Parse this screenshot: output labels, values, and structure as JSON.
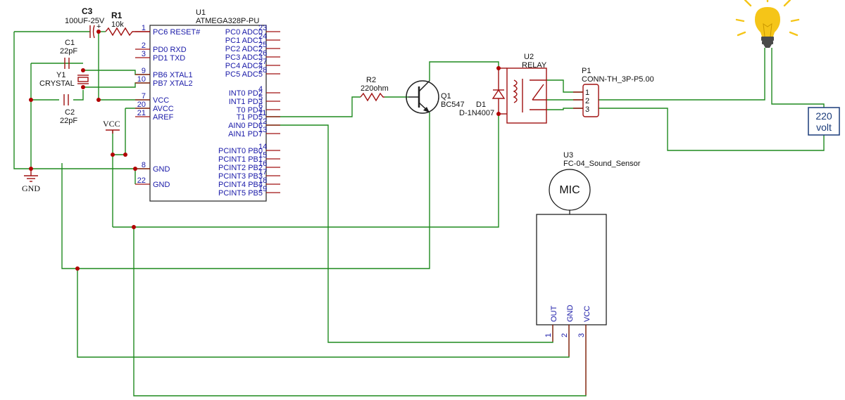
{
  "u1": {
    "ref": "U1",
    "part": "ATMEGA328P-PU",
    "left_pins": [
      {
        "num": "1",
        "name": "PC6 RESET#"
      },
      {
        "num": "2",
        "name": "PD0 RXD"
      },
      {
        "num": "3",
        "name": "PD1 TXD"
      },
      {
        "num": "9",
        "name": "PB6 XTAL1"
      },
      {
        "num": "10",
        "name": "PB7 XTAL2"
      },
      {
        "num": "7",
        "name": "VCC"
      },
      {
        "num": "20",
        "name": "AVCC"
      },
      {
        "num": "21",
        "name": "AREF"
      },
      {
        "num": "8",
        "name": "GND"
      },
      {
        "num": "22",
        "name": "GND"
      }
    ],
    "right_pins": [
      {
        "num": "23",
        "name": "PC0 ADC0"
      },
      {
        "num": "24",
        "name": "PC1 ADC1"
      },
      {
        "num": "25",
        "name": "PC2 ADC2"
      },
      {
        "num": "26",
        "name": "PC3 ADC3"
      },
      {
        "num": "27",
        "name": "PC4 ADC4"
      },
      {
        "num": "28",
        "name": "PC5 ADC5"
      },
      {
        "num": "4",
        "name": "INT0 PD2"
      },
      {
        "num": "5",
        "name": "INT1 PD3"
      },
      {
        "num": "6",
        "name": "T0 PD4"
      },
      {
        "num": "11",
        "name": "T1 PD5"
      },
      {
        "num": "12",
        "name": "AIN0 PD6"
      },
      {
        "num": "13",
        "name": "AIN1 PD7"
      },
      {
        "num": "14",
        "name": "PCINT0 PB0"
      },
      {
        "num": "15",
        "name": "PCINT1 PB1"
      },
      {
        "num": "16",
        "name": "PCINT2 PB2"
      },
      {
        "num": "17",
        "name": "PCINT3 PB3"
      },
      {
        "num": "18",
        "name": "PCINT4 PB4"
      },
      {
        "num": "19",
        "name": "PCINT5 PB5"
      }
    ]
  },
  "c3": {
    "ref": "C3",
    "value": "100UF-25V",
    "plus": "+"
  },
  "r1": {
    "ref": "R1",
    "value": "10k"
  },
  "c1": {
    "ref": "C1",
    "value": "22pF"
  },
  "c2": {
    "ref": "C2",
    "value": "22pF"
  },
  "y1": {
    "ref": "Y1",
    "value": "CRYSTAL"
  },
  "vcc_label": "VCC",
  "gnd_label": "GND",
  "r2": {
    "ref": "R2",
    "value": "220ohm"
  },
  "q1": {
    "ref": "Q1",
    "value": "BC547"
  },
  "d1": {
    "ref": "D1",
    "value": "D-1N4007"
  },
  "u2": {
    "ref": "U2",
    "value": "RELAY"
  },
  "p1": {
    "ref": "P1",
    "value": "CONN-TH_3P-P5.00",
    "pins": [
      "1",
      "2",
      "3"
    ]
  },
  "source": {
    "line1": "220",
    "line2": "volt"
  },
  "u3": {
    "ref": "U3",
    "value": "FC-04_Sound_Sensor",
    "mic": "MIC",
    "pin_names": [
      "OUT",
      "GND",
      "VCC"
    ],
    "pin_nums": [
      "1",
      "2",
      "3"
    ]
  },
  "colors": {
    "wire": "#1f8a1f",
    "component": "#a01010",
    "pin_text": "#1a1aa8",
    "junction": "#b00000",
    "bulb": "#f5c518"
  }
}
